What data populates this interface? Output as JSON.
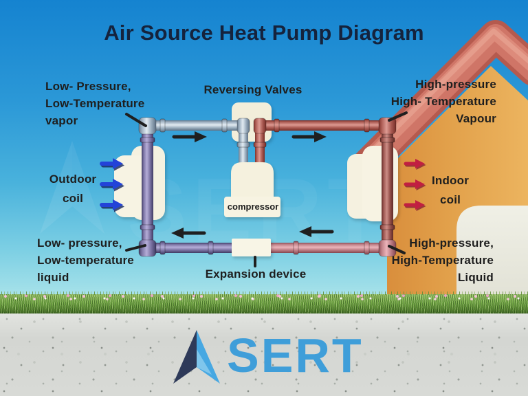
{
  "title": "Air Source Heat Pump Diagram",
  "diagram": {
    "labels": {
      "low_pressure_vapor": {
        "lines": [
          "Low- Pressure,",
          "Low-Temperature",
          "vapor"
        ]
      },
      "reversing_valves": "Reversing Valves",
      "high_pressure_vapour": {
        "lines": [
          "High-pressure",
          "High- Temperature",
          "Vapour"
        ]
      },
      "outdoor_coil": {
        "lines": [
          "Outdoor",
          "coil"
        ]
      },
      "indoor_coil": {
        "lines": [
          "Indoor",
          "coil"
        ]
      },
      "low_pressure_liquid": {
        "lines": [
          "Low- pressure,",
          "Low-temperature",
          "liquid"
        ]
      },
      "expansion_device": "Expansion device",
      "high_pressure_liquid": {
        "lines": [
          "High-pressure,",
          "High-Temperature",
          "Liquid"
        ]
      },
      "compressor": "compressor"
    },
    "icons": {
      "flow_arrow": "black-flow-arrow",
      "outdoor_airflow": "blue-airflow-arrow",
      "indoor_airflow": "red-airflow-arrow"
    }
  },
  "branding": {
    "logo_text": "SERT",
    "logo_icon": "asert-arrow-icon"
  },
  "colors": {
    "sky_top": "#1583d0",
    "sky_bottom": "#b9eaec",
    "title_text": "#15233d",
    "label_text": "#1e1e1e",
    "pipe_gray": "#e2ebf2",
    "pipe_red": "#dd9a92",
    "pipe_purple": "#b5add8",
    "pipe_pink": "#ecb4ba",
    "unit_cream": "#f4f0de",
    "roof_red": "#cd685c",
    "wall_orange": "#e2a14b",
    "grass_green": "#74a846",
    "concrete_gray": "#d8dad6",
    "logo_blue": "#3f9ed9",
    "logo_navy": "#2e3a59",
    "airflow_blue": "#2343d8",
    "airflow_red": "#c11f41",
    "flow_arrow_black": "#1f1f1f"
  }
}
